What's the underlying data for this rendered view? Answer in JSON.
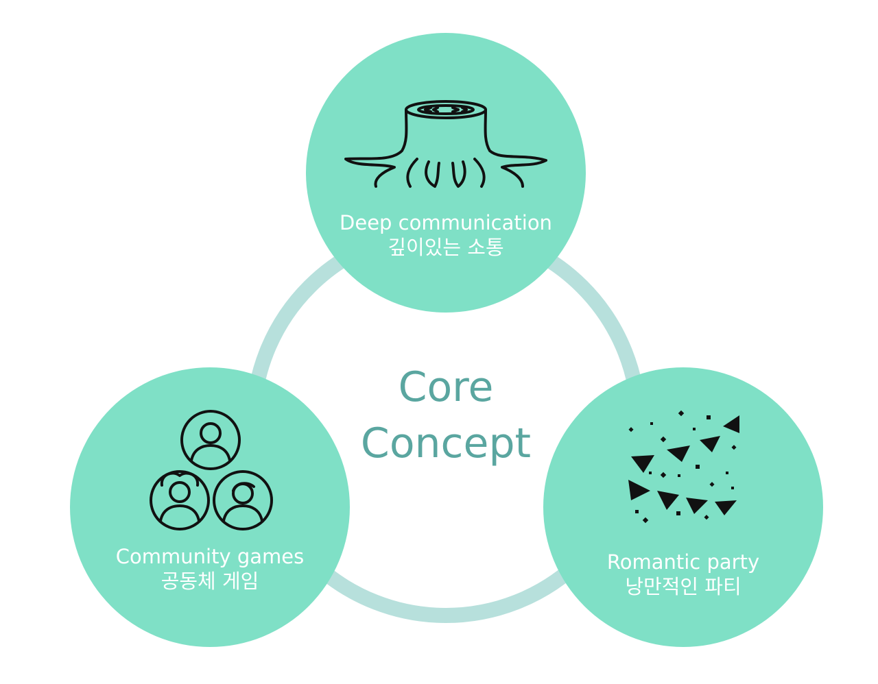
{
  "center": {
    "line1": "Core",
    "line2": "Concept"
  },
  "nodes": [
    {
      "title_en": "Deep communication",
      "title_ko": "깊이있는 소통",
      "icon": "tree-stump-icon"
    },
    {
      "title_en": "Community games",
      "title_ko": "공동체 게임",
      "icon": "community-people-icon"
    },
    {
      "title_en": "Romantic party",
      "title_ko": "낭만적인 파티",
      "icon": "party-confetti-icon"
    }
  ],
  "colors": {
    "node_fill": "#7fe0c6",
    "ring": "#b7e0dc",
    "center_text": "#5aa6a0",
    "node_text": "#ffffff",
    "icon_stroke": "#111111"
  }
}
